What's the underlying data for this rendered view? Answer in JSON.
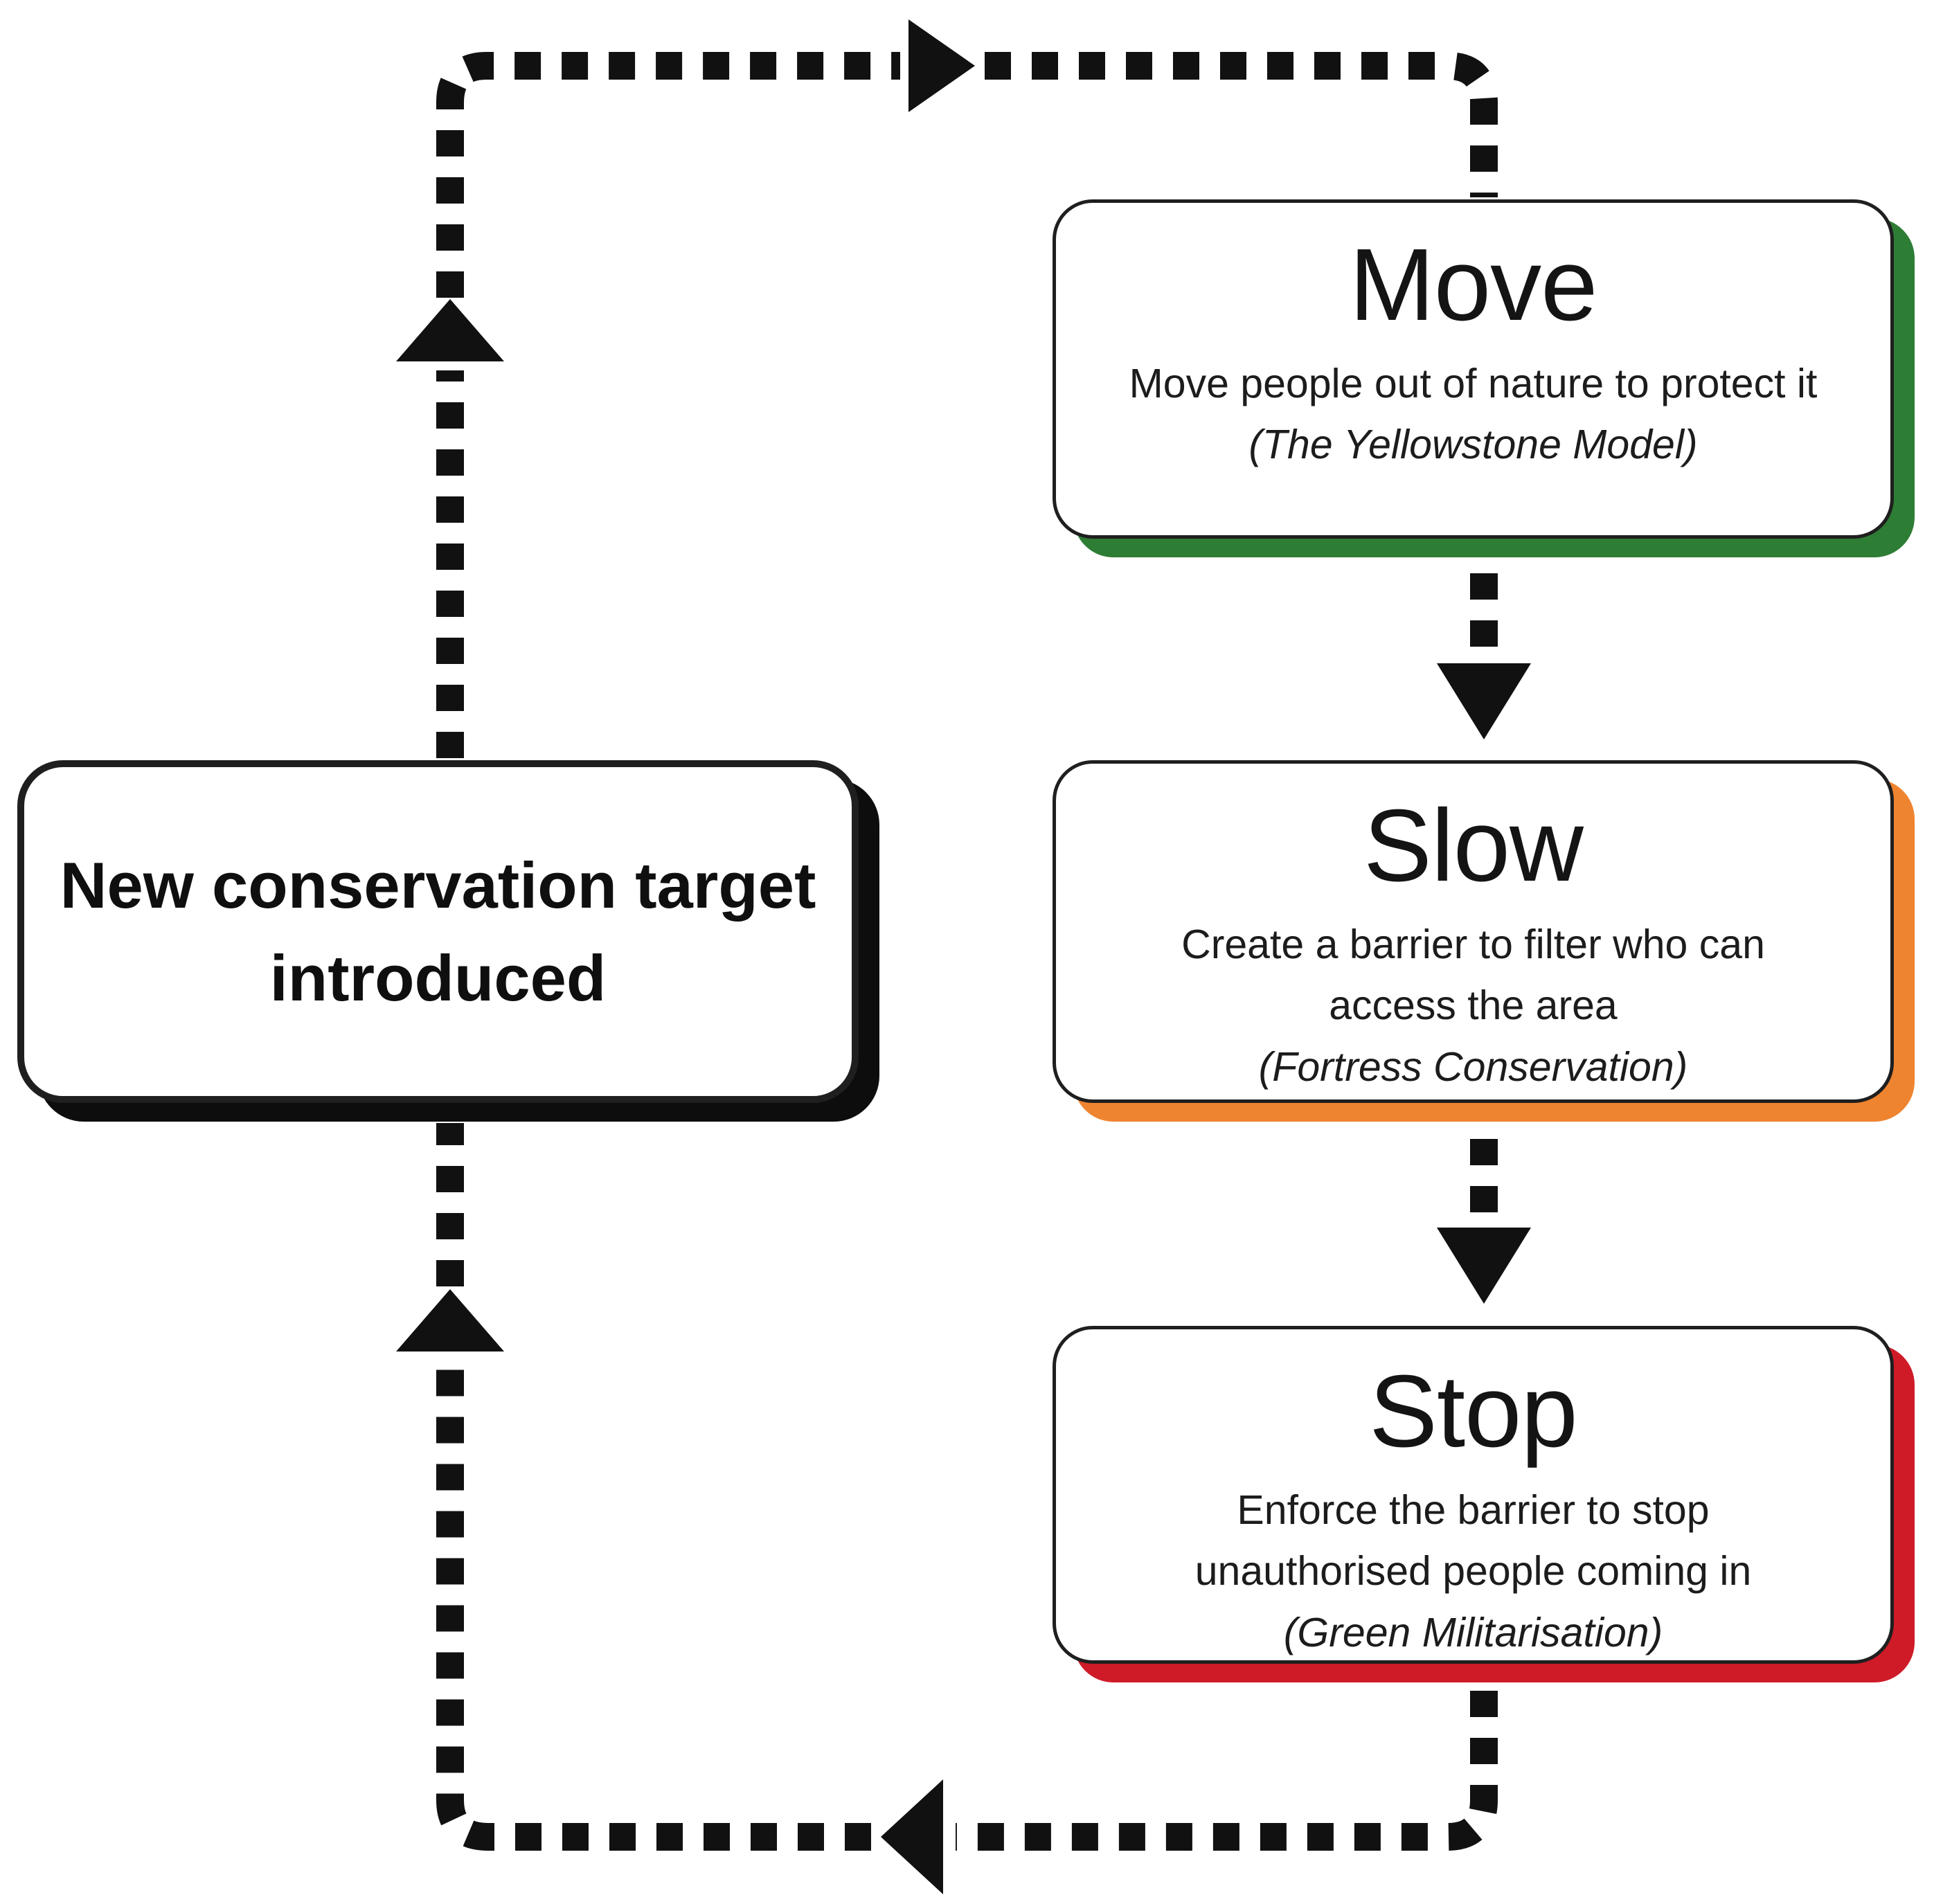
{
  "diagram": {
    "background_color": "#ffffff",
    "arrow_color": "#111111",
    "left_box": {
      "lines": [
        "New conservation target",
        "introduced"
      ],
      "shadow_color": "#0d0d0d"
    },
    "boxes": [
      {
        "title": "Move",
        "desc_lines": [
          "Move people out of nature to protect it"
        ],
        "model": "(The Yellowstone Model)",
        "shadow_color": "#2e7d35"
      },
      {
        "title": "Slow",
        "desc_lines": [
          "Create a barrier to filter who can",
          "access the area"
        ],
        "model": "(Fortress Conservation)",
        "shadow_color": "#ef8430"
      },
      {
        "title": "Stop",
        "desc_lines": [
          "Enforce the barrier to stop",
          "unauthorised people coming in"
        ],
        "model": "(Green Militarisation)",
        "shadow_color": "#cf1b28"
      }
    ]
  }
}
